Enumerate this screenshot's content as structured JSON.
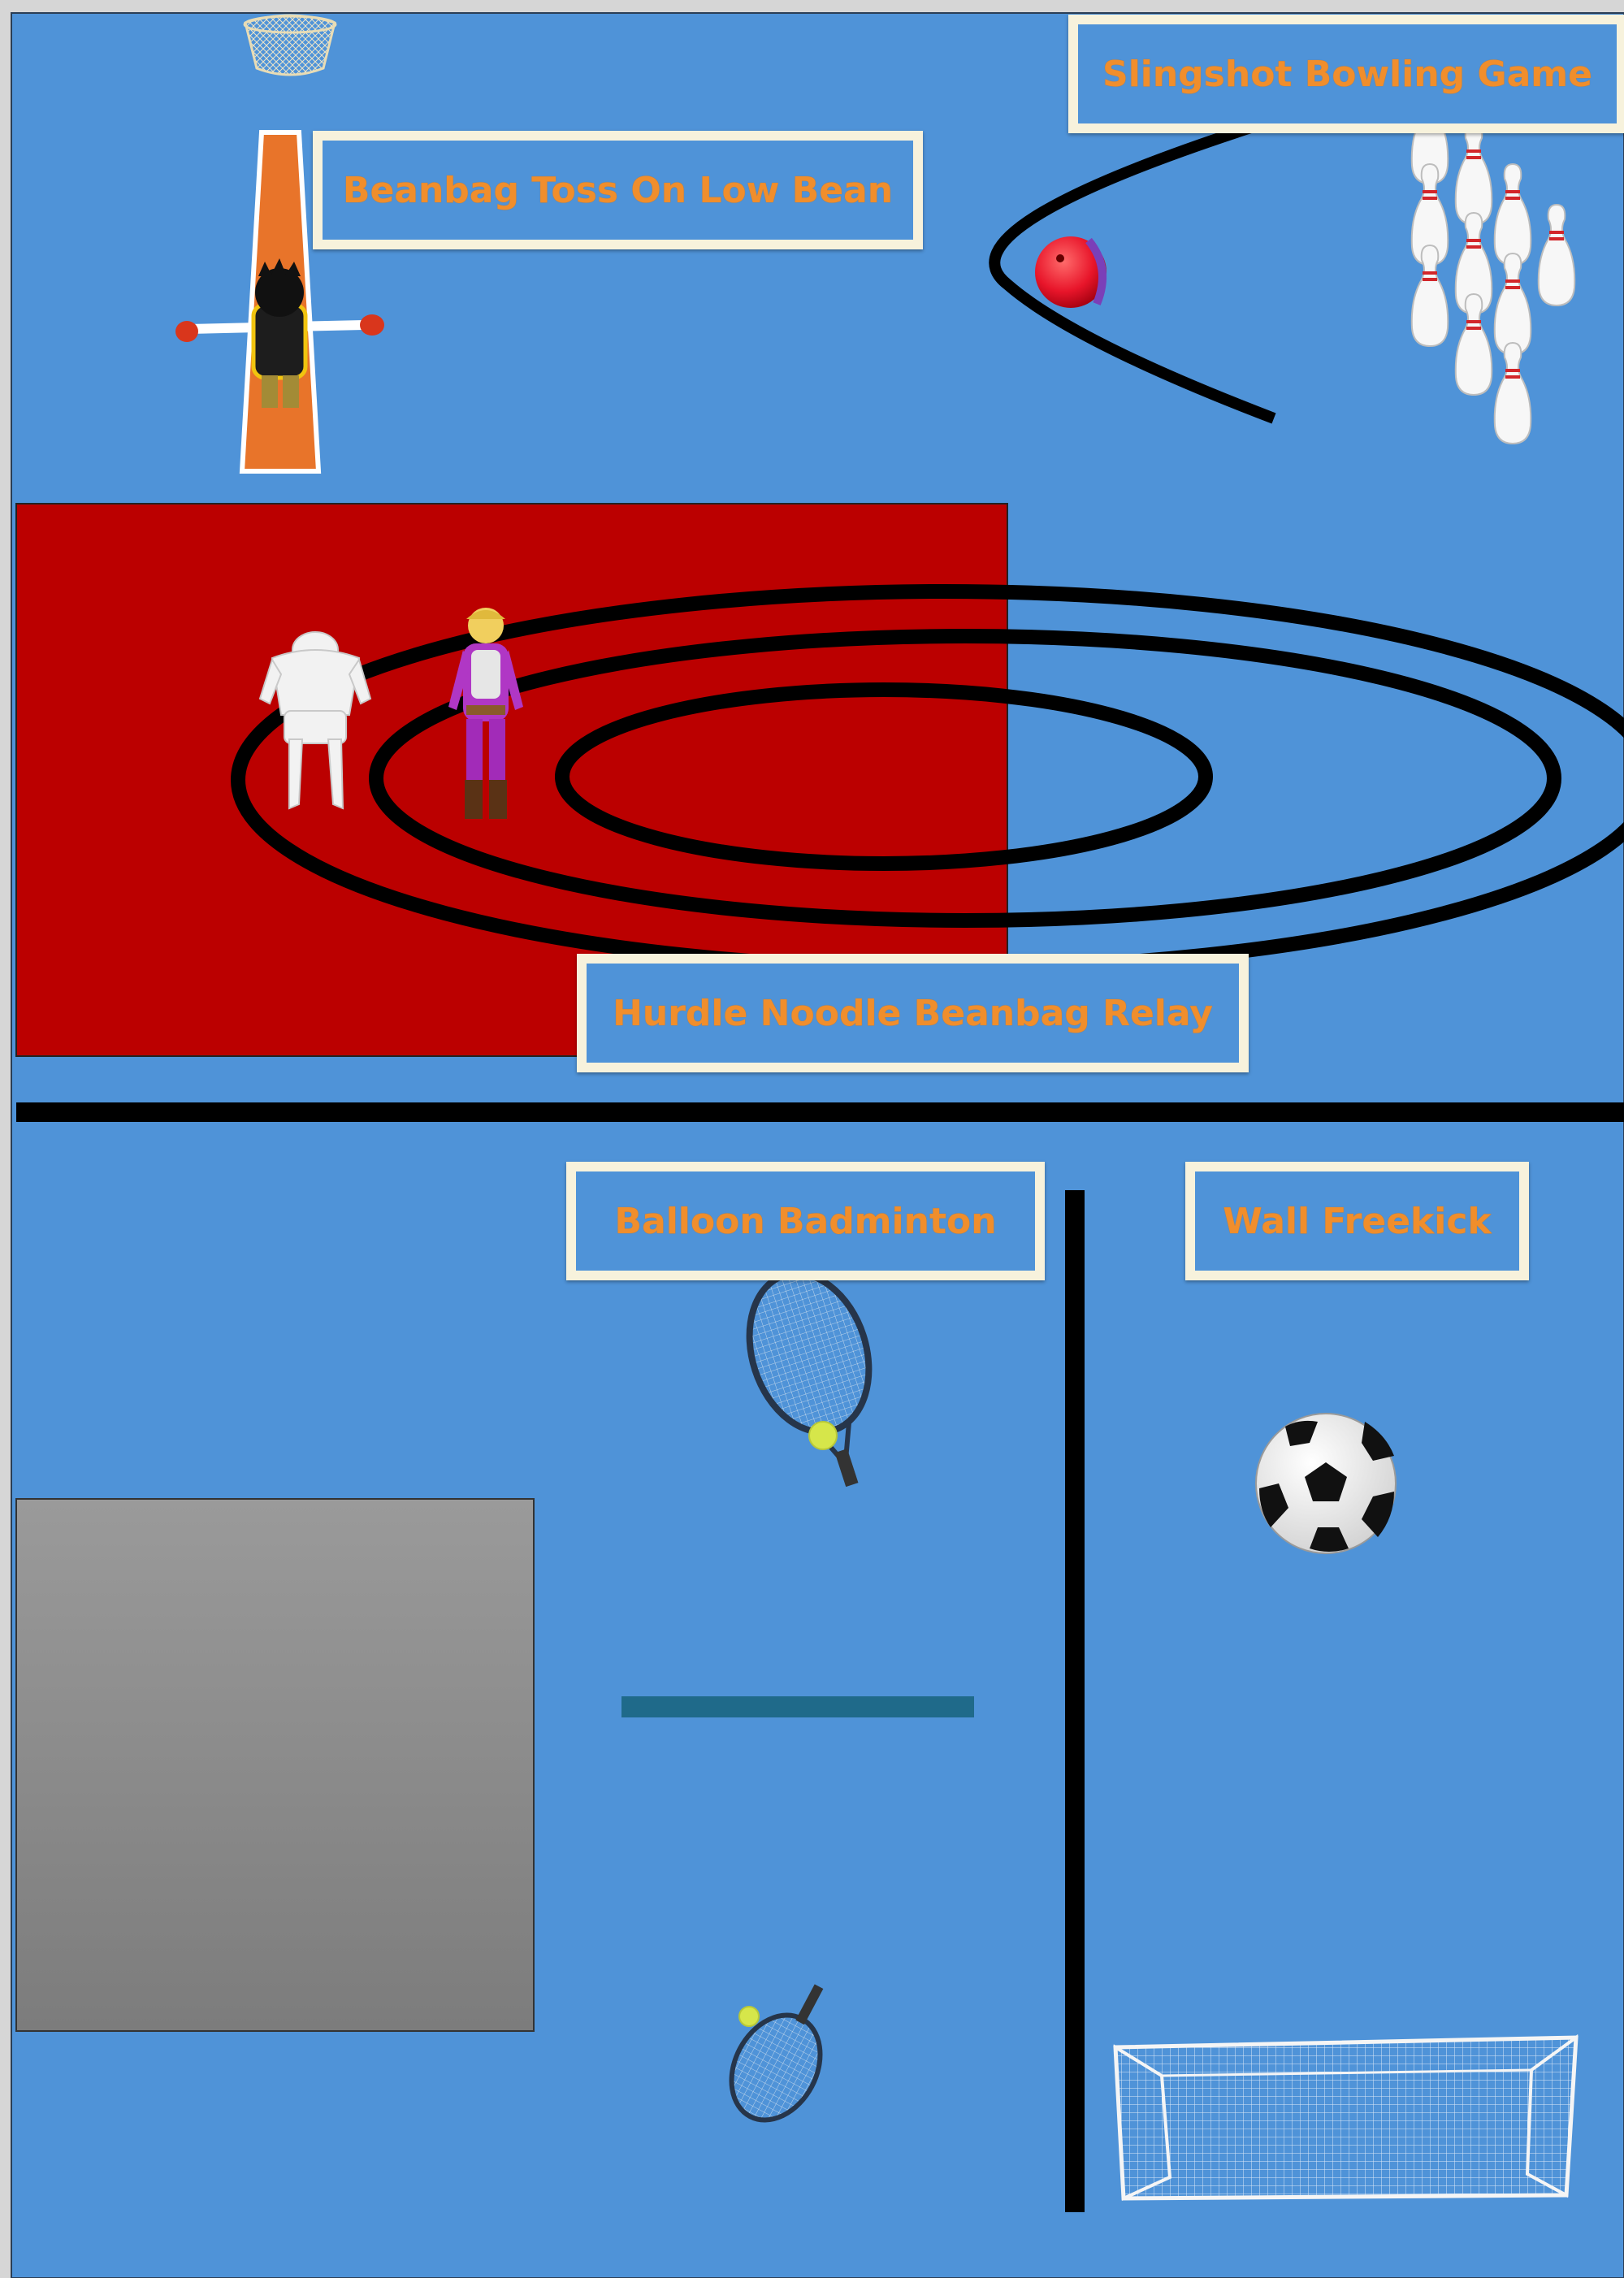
{
  "colors": {
    "floor": "#4f93d8",
    "red_zone": "#bb0000",
    "gray_zone": "#8c8c8c",
    "lane": "#e8742a",
    "sign_border": "#f7f2dc",
    "sign_text": "#f08e2c",
    "line": "#000000",
    "net_bar": "#1f6a8a"
  },
  "stations": {
    "beanbag": {
      "label": "Beanbag Toss On Low Bean"
    },
    "bowling": {
      "label": "Slingshot Bowling Game"
    },
    "relay": {
      "label": "Hurdle Noodle Beanbag Relay"
    },
    "badminton": {
      "label": "Balloon Badminton"
    },
    "freekick": {
      "label": "Wall Freekick"
    }
  },
  "icons": [
    "basket-icon",
    "player-icon",
    "bowling-ball-icon",
    "bowling-pin-icon",
    "mannequin-icon",
    "avatar-icon",
    "tennis-racket-icon",
    "tennis-ball-icon",
    "soccer-ball-icon",
    "soccer-goal-icon"
  ]
}
